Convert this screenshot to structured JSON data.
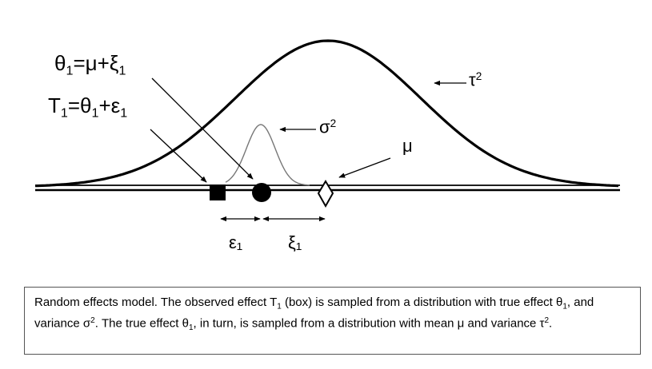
{
  "labels": {
    "theta_eq": {
      "lhs": "θ",
      "lhs_sub": "1",
      "op1": "=μ+ξ",
      "rhs_sub": "1"
    },
    "t_eq": {
      "lhs": "T",
      "lhs_sub": "1",
      "op1": "=θ",
      "mid_sub": "1",
      "op2": "+ε",
      "rhs_sub": "1"
    },
    "sigma": {
      "base": "σ",
      "sup": "2"
    },
    "tau": {
      "base": "τ",
      "sup": "2"
    },
    "mu": "μ",
    "epsilon": "ε₁",
    "xi": "ξ₁"
  },
  "caption": {
    "p1": "Random effects model. The observed effect T",
    "s1": "1",
    "p2": " (box) is sampled from a distribution with true effect θ",
    "s2": "1",
    "p3": ", and variance σ",
    "s3": "2",
    "p4": ". The true effect θ",
    "s4": "1",
    "p5": ", in turn, is sampled from a distribution with mean μ and variance τ",
    "s5": "2",
    "p6": "."
  }
}
